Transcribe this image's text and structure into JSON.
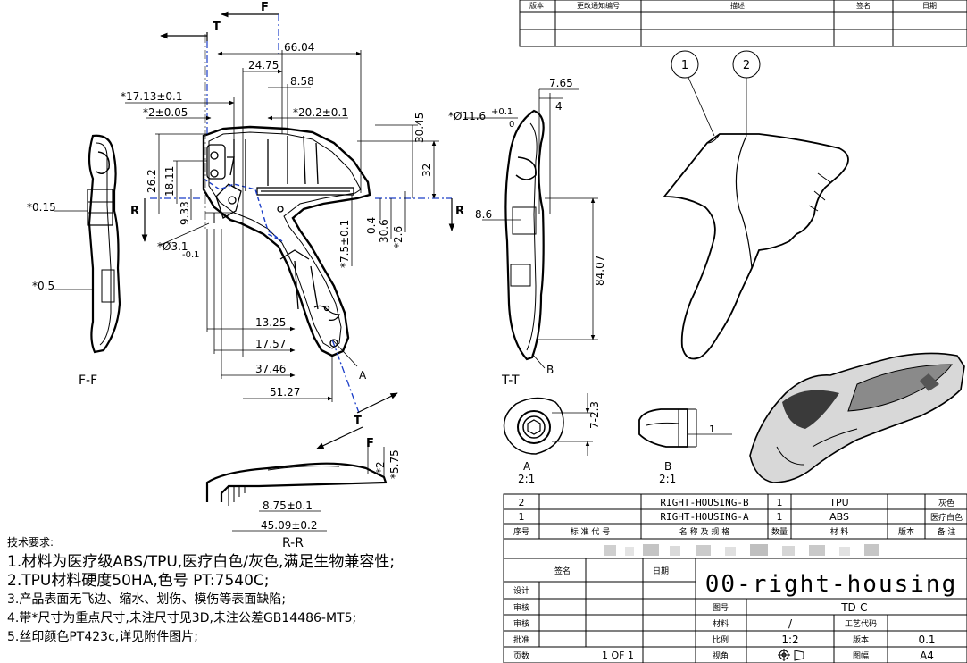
{
  "revision_table": {
    "headers": [
      "版本",
      "更改通知编号",
      "描述",
      "签名",
      "日期"
    ]
  },
  "views": {
    "ff": "F-F",
    "tt": "T-T",
    "rr": "R-R",
    "a_label": "A",
    "a_scale": "2:1",
    "b_label": "B",
    "b_scale": "2:1",
    "cut_t": "T",
    "cut_f": "F",
    "cut_r": "R"
  },
  "balloons": [
    "1",
    "2"
  ],
  "dimensions": {
    "d66_04": "66.04",
    "d24_75": "24.75",
    "d8_58": "8.58",
    "d17_13": "*17.13±0.1",
    "d2_005": "*2±0.05",
    "d20_2": "*20.2±0.1",
    "d30_45": "30.45",
    "d32": "32",
    "d26_2": "26.2",
    "d18_11": "18.11",
    "d9_33": "9.33",
    "d3_1": "*Ø3.1",
    "d3_1_tol": "-0.1",
    "d0_4": "0.4",
    "d30_6": "30.6",
    "d2_6": "*2.6",
    "d7_5": "*7.5±0.1",
    "d13_25": "13.25",
    "d17_57": "17.57",
    "d37_46": "37.46",
    "d51_27": "51.27",
    "d0_15": "*0.15",
    "d0_5": "*0.5",
    "d7_65": "7.65",
    "d4": "4",
    "d11_6": "*Ø11.6",
    "d11_6_tol_up": "+0.1",
    "d11_6_tol_low": "0",
    "d8_6": "8.6",
    "d84_07": "84.07",
    "d7_2_3": "7-2.3",
    "d1": "1",
    "d2_rr": "*2",
    "d5_75": "*5.75",
    "d8_75": "8.75±0.1",
    "d45_09": "45.09±0.2"
  },
  "tech_req": {
    "title": "技术要求:",
    "lines": [
      "1.材料为医疗级ABS/TPU,医疗白色/灰色,满足生物兼容性;",
      "2.TPU材料硬度50HA,色号 PT:7540C;",
      "3.产品表面无飞边、缩水、划伤、模伤等表面缺陷;",
      "4.带*尺寸为重点尺寸,未注尺寸见3D,未注公差GB14486-MT5;",
      "5.丝印颜色PT423c,详见附件图片;"
    ]
  },
  "bom": {
    "rows": [
      {
        "no": "2",
        "std": "",
        "name": "RIGHT-HOUSING-B",
        "qty": "1",
        "material": "TPU",
        "ver": "",
        "remark": "灰色"
      },
      {
        "no": "1",
        "std": "",
        "name": "RIGHT-HOUSING-A",
        "qty": "1",
        "material": "ABS",
        "ver": "",
        "remark": "医疗白色"
      }
    ],
    "headers": {
      "no": "序号",
      "std": "标 准 代 号",
      "name": "名 称 及 规 格",
      "qty": "数量",
      "material": "材    料",
      "ver": "版本",
      "remark": "备 注"
    }
  },
  "title_block": {
    "sign_hdr": "签名",
    "date_hdr": "日期",
    "part_name": "00-right-housing",
    "rows": [
      "设计",
      "审核",
      "审核",
      "批准",
      "页数"
    ],
    "pages": "1  OF  1",
    "labels": {
      "drawing_no": "图号",
      "material": "材料",
      "scale": "比例",
      "view": "视角",
      "process_code": "工艺代码",
      "version": "版本",
      "sheet": "图幅"
    },
    "values": {
      "drawing_no": "TD-C-",
      "material": "/",
      "scale": "1:2",
      "version": "0.1",
      "sheet": "A4"
    }
  }
}
